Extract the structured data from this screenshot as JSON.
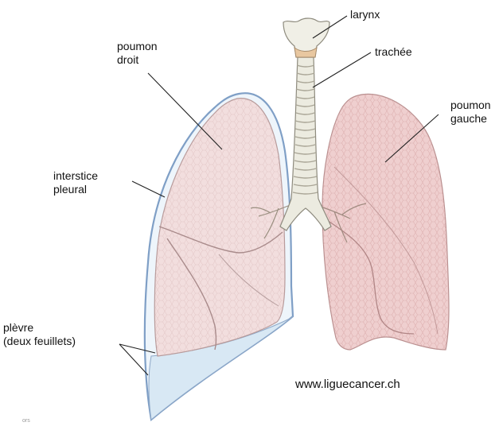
{
  "labels": {
    "larynx": "larynx",
    "trachea": "trachée",
    "right_lung_line1": "poumon",
    "right_lung_line2": "droit",
    "left_lung_line1": "poumon",
    "left_lung_line2": "gauche",
    "interstice_line1": "interstice",
    "interstice_line2": "pleural",
    "pleura_line1": "plèvre",
    "pleura_line2": "(deux feuillets)"
  },
  "watermark": "www.liguecancer.ch",
  "corner_mark": "ors",
  "colors": {
    "lung_fill": "#f1dcdc",
    "left_lung_fill": "#efcfcf",
    "lung_stroke": "#b79a9a",
    "pleura_stroke": "#8fa9c9",
    "pleura_fill": "#d8e8f4",
    "trachea_fill": "#eceadf",
    "trachea_stroke": "#8e8b7e",
    "leader_line": "#222222"
  }
}
